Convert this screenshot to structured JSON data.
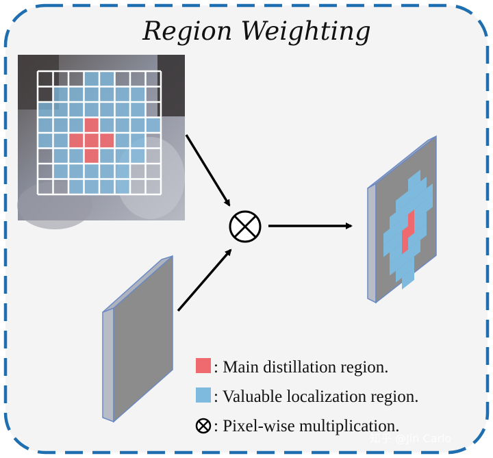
{
  "title": "Region Weighting",
  "legend": {
    "main": ": Main distillation region.",
    "valuable": ": Valuable localization region.",
    "pixelwise": ": Pixel-wise multiplication."
  },
  "watermark": "知乎 @Jin Carlo",
  "colors": {
    "frame_dash": "#1f6fb0",
    "panel_bg": "#f4f4f4",
    "main_region": "#ef6a6e",
    "valuable_region": "#7eb9de",
    "feature_gray": "#8c8c8c",
    "feature_edge": "#b8bcc6"
  },
  "icons": {
    "operator": "circled-times-icon",
    "arrows": "arrow-icon"
  }
}
